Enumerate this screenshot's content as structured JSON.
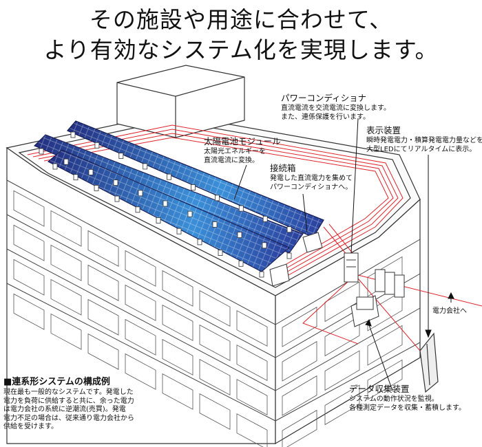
{
  "headline": {
    "line1": "その施設や用途に合わせて、",
    "line2": "より有効なシステム化を実現します。"
  },
  "callouts": {
    "power_conditioner": {
      "title": "パワーコンディショナ",
      "desc1": "直流電流を交流電流に変換します。",
      "desc2": "また、連係保護を行います。"
    },
    "display": {
      "title": "表示装置",
      "desc1": "瞬時発電電力・積算発電電力量などを",
      "desc2": "大型LEDにてリアルタイムに表示。"
    },
    "solar_module": {
      "title": "太陽電池モジュール",
      "desc1": "太陽光エネルギーを",
      "desc2": "直流電流に変換。"
    },
    "junction_box": {
      "title": "接続箱",
      "desc1": "発電した直流電力を集めて",
      "desc2": "パワーコンディショナへ。"
    },
    "utility": {
      "label": "電力会社へ"
    },
    "data_collector": {
      "title": "データ収集装置",
      "desc1": "システムの動作状況を監視。",
      "desc2": "各種測定データを収集・蓄積します。"
    }
  },
  "caption": {
    "title": "■連系形システムの構成例",
    "lines": [
      "現在最も一般的なシステムです。発電した",
      "電力を負荷に供給すると共に、余った電力",
      "は電力会社の系統に逆潮流(売買)。発電",
      "電力不足の場合は、従来通り電力会社から",
      "供給を受けます。"
    ]
  },
  "colors": {
    "wire": "#e0222a",
    "panel_dark": "#232e80",
    "panel_light": "#3a8fd8",
    "line": "#333333"
  }
}
